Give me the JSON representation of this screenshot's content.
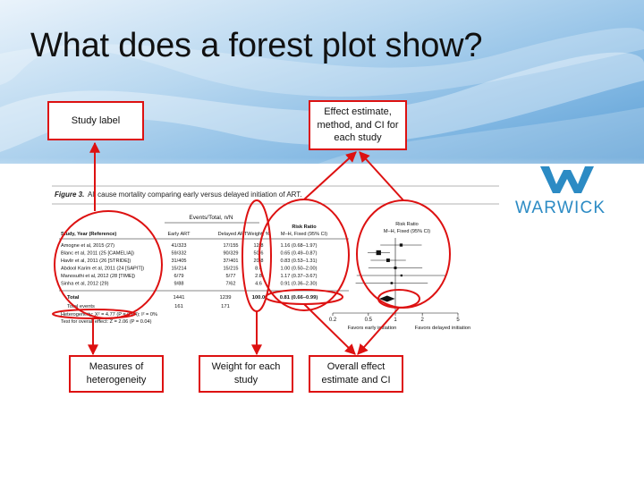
{
  "slide": {
    "title": "What does a forest plot show?",
    "colors": {
      "header_blue": "#5a9fd4",
      "callout_red": "#dd1111",
      "logo_blue": "#2c8bc4"
    }
  },
  "logo": {
    "name": "WARWICK",
    "icon": "warwick-w-icon"
  },
  "callouts": {
    "study_label": "Study label",
    "effect_estimate": "Effect estimate,\nmethod, and CI for\neach study",
    "heterogeneity": "Measures of\nheterogeneity",
    "weight": "Weight for each\nstudy",
    "overall": "Overall effect\nestimate and CI"
  },
  "figure": {
    "caption": "Figure 3.",
    "caption_text": "All cause mortality comparing early versus delayed initiation of ART.",
    "group_header": "Events/Total, n/N",
    "col_study": "Study, Year (Reference)",
    "col_early": "Early ART",
    "col_delayed": "Delayed ART",
    "col_weight": "Weight, %",
    "col_rr_title": "Risk Ratio",
    "col_rr_method": "M–H, Fixed (95% CI)",
    "plot_rr_title": "Risk Ratio",
    "plot_rr_method": "M–H, Fixed (95% CI)",
    "studies": [
      {
        "study": "Amogne et al, 2015 (27)",
        "early": "41/323",
        "delayed": "17/155",
        "weight": "12.8",
        "rr": "1.16 (0.68–1.97)"
      },
      {
        "study": "Blanc et al, 2011 (25 [CAMELIA])",
        "early": "59/332",
        "delayed": "90/329",
        "weight": "50.6",
        "rr": "0.65 (0.49–0.87)"
      },
      {
        "study": "Havlir et al, 2011 (26 [STRIDE])",
        "early": "31/405",
        "delayed": "37/401",
        "weight": "20.8",
        "rr": "0.83 (0.53–1.31)"
      },
      {
        "study": "Abdool Karim et al, 2011 (24 [SAPIT])",
        "early": "15/214",
        "delayed": "15/215",
        "weight": "8.4",
        "rr": "1.00 (0.50–2.00)"
      },
      {
        "study": "Manosuthi et al, 2012 (28 [TIME])",
        "early": "6/79",
        "delayed": "5/77",
        "weight": "2.8",
        "rr": "1.17 (0.37–3.67)"
      },
      {
        "study": "Sinha et al, 2012 (29)",
        "early": "9/88",
        "delayed": "7/62",
        "weight": "4.6",
        "rr": "0.91 (0.36–2.30)"
      }
    ],
    "total": {
      "label": "Total",
      "early": "1441",
      "delayed": "1239",
      "weight": "100.0",
      "rr": "0.81 (0.66–0.99)"
    },
    "events": {
      "label": "Total events",
      "early": "161",
      "delayed": "171"
    },
    "heterogeneity": "Heterogeneity: X² = 4.77 (P = 0.44); I² = 0%",
    "overall_test": "Test for overall effect: Z = 2.06 (P = 0.04)",
    "favors_early": "Favors early initiation",
    "favors_delayed": "Favors delayed initiation"
  },
  "chart_data": {
    "type": "forest",
    "scale": "log",
    "xlim": [
      0.2,
      5
    ],
    "ticks": [
      "0.2",
      "0.5",
      "1",
      "2",
      "5"
    ],
    "reference_line": 1,
    "studies": [
      {
        "rr": 1.16,
        "lo": 0.68,
        "hi": 1.97,
        "weight": 12.8
      },
      {
        "rr": 0.65,
        "lo": 0.49,
        "hi": 0.87,
        "weight": 50.6
      },
      {
        "rr": 0.83,
        "lo": 0.53,
        "hi": 1.31,
        "weight": 20.8
      },
      {
        "rr": 1.0,
        "lo": 0.5,
        "hi": 2.0,
        "weight": 8.4
      },
      {
        "rr": 1.17,
        "lo": 0.37,
        "hi": 3.67,
        "weight": 2.8
      },
      {
        "rr": 0.91,
        "lo": 0.36,
        "hi": 2.3,
        "weight": 4.6
      }
    ],
    "overall": {
      "rr": 0.81,
      "lo": 0.66,
      "hi": 0.99
    }
  }
}
